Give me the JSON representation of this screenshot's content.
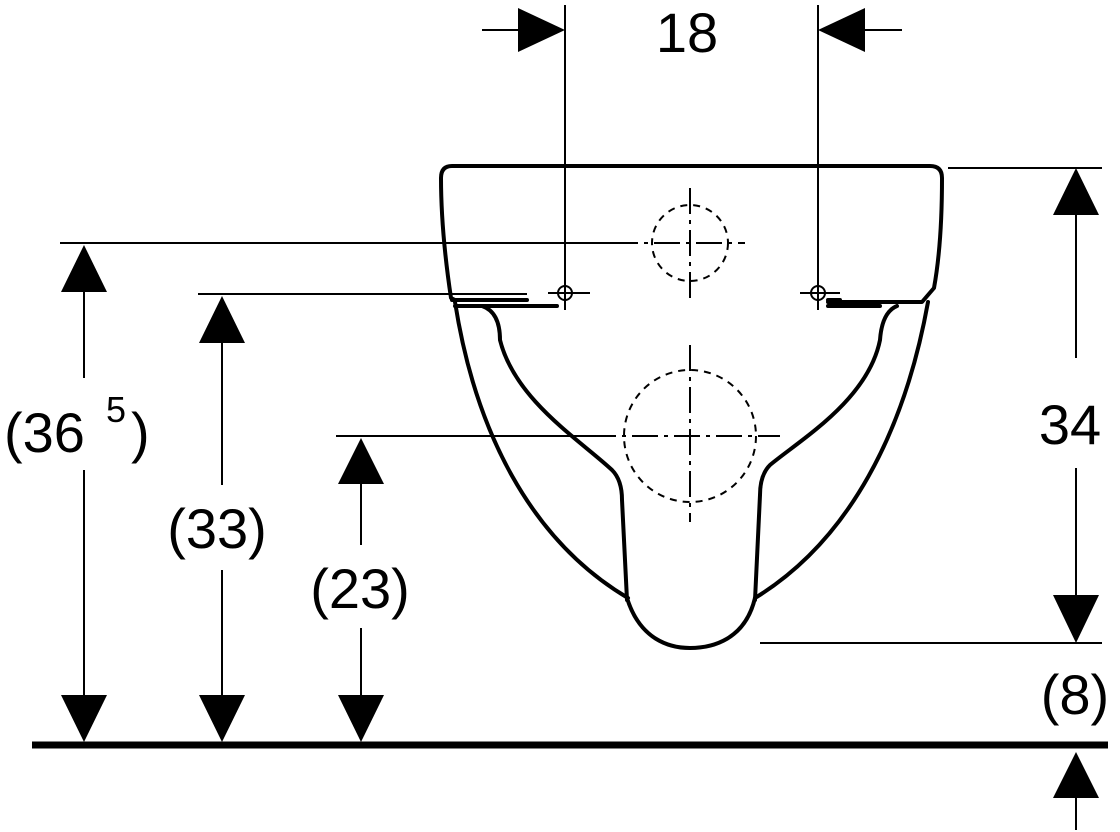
{
  "dimensions": {
    "fixing_spacing": "18",
    "front_height": "34",
    "bottom_offset": "(8)",
    "height_23": "(23)",
    "height_33": "(33)",
    "height_36_main": "(36",
    "height_36_sup": "5",
    "height_36_close": ")"
  }
}
